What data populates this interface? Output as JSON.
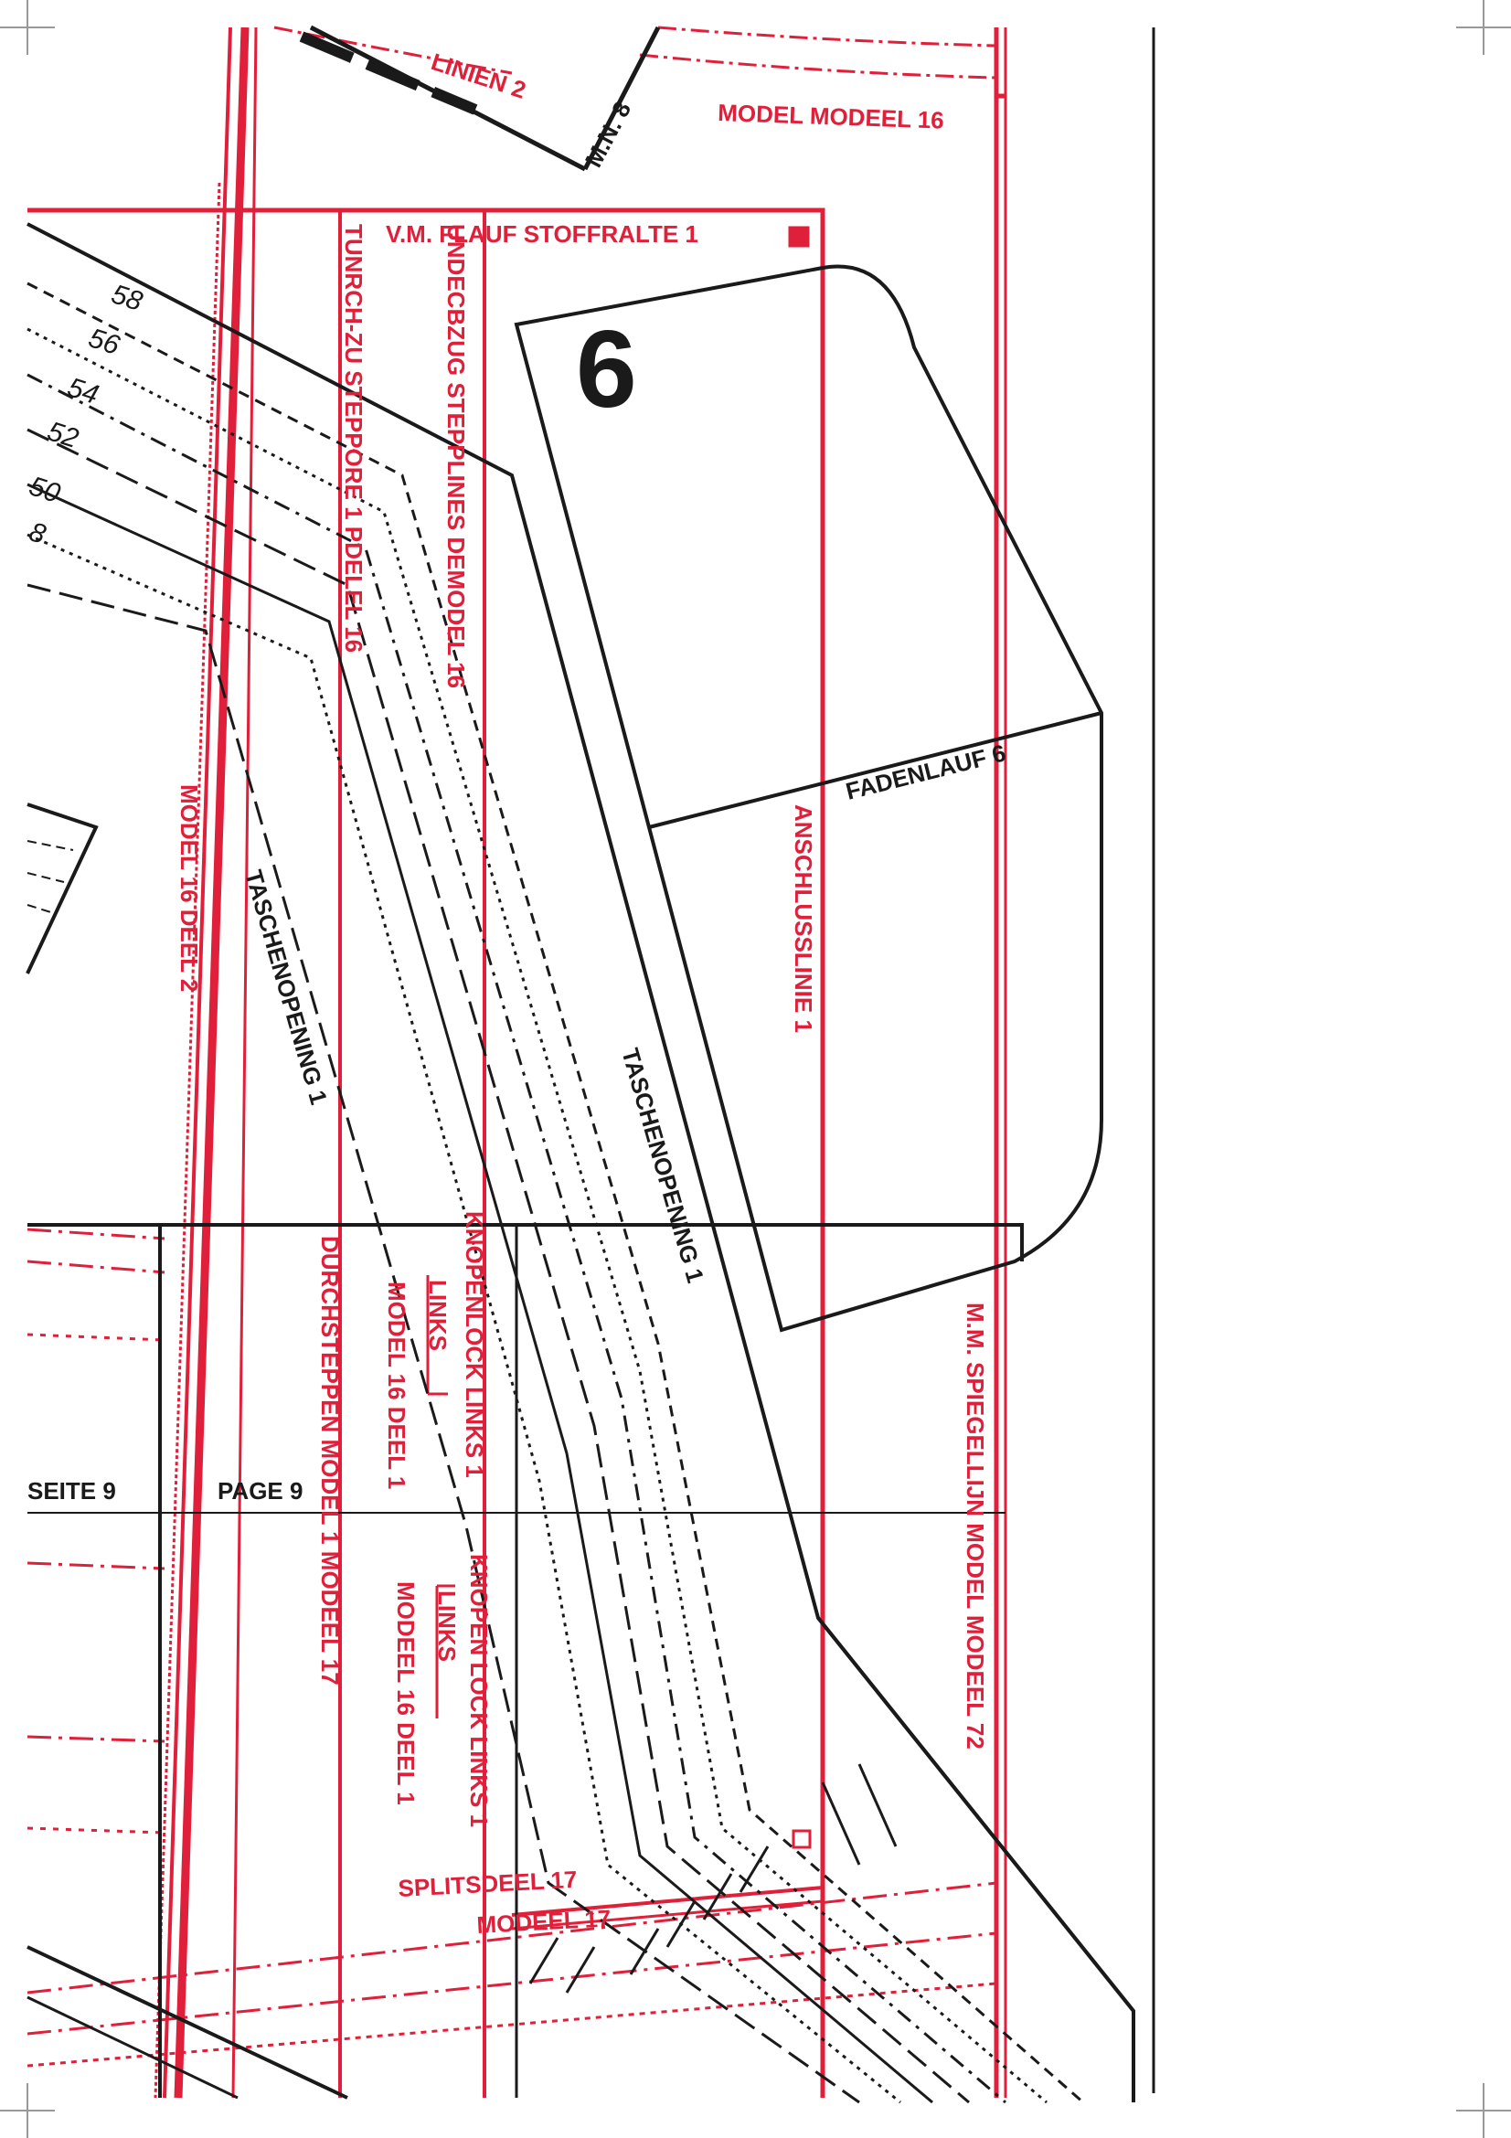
{
  "colors": {
    "red": "#e0203a",
    "black": "#1a1a1a",
    "paper": "#ffffff"
  },
  "piece_number": "6",
  "sizes": [
    "58",
    "56",
    "54",
    "52",
    "50",
    "8"
  ],
  "labels": {
    "top_a": "LINIEN 2",
    "top_b": "M.N. 8",
    "top_c": "MODEL MODEEL 16",
    "fold": "V.M. FLAUF STOFFRALTE 1",
    "v1": "TUNRCH-ZU STEPPORE 1 PDELEL 16",
    "v2": "UNDECBZUG STEPPLINES DEMODEL 16",
    "grain": "FADENLAUF 6",
    "mod2": "MODEL 16 DEEL 2",
    "pocket_a": "TASCHENOPENING 1",
    "anschluss": "ANSCHLUSSLINIE 1",
    "pocket_b": "TASCHENOPENING 1",
    "mirror": "M.M. SPIEGELLIJN MODEL MODEEL 72",
    "stitch": "DURCHSTEPPEN MODEL 1 MODEEL 17",
    "model_a": "MODEL 16 DEEL 1",
    "links_a": "LINKS",
    "knoop_a": "KNOPENLOCK LINKS 1",
    "links_b": "LINKS",
    "model_b": "MODEEL 16 DEEL 1",
    "knoop_b": "KNOPEN LOCK LINKS 1",
    "split": "SPLITSDEEL 17",
    "model17": "MODEEL 17",
    "page_a": "SEITE 9",
    "page_b": "PAGE 9"
  }
}
